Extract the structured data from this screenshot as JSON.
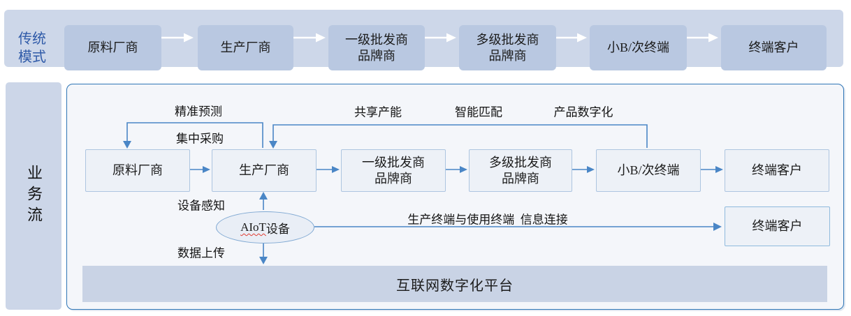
{
  "traditional": {
    "label": "传统模式",
    "nodes": [
      "原料厂商",
      "生产厂商",
      "一级批发商\n品牌商",
      "多级批发商\n品牌商",
      "小B/次终端",
      "终端客户"
    ]
  },
  "business": {
    "label": "业务流",
    "nodes": [
      "原料厂商",
      "生产厂商",
      "一级批发商\n品牌商",
      "多级批发商\n品牌商",
      "小B/次终端",
      "终端客户"
    ],
    "loop1": {
      "above": "精准预测",
      "below": "集中采购"
    },
    "loop2": {
      "label1": "共享产能",
      "label2": "智能匹配",
      "label3": "产品数字化"
    },
    "aiot": {
      "device_prefix": "AIoT",
      "device_suffix": "设备",
      "sense": "设备感知",
      "upload": "数据上传",
      "connect_label": "生产终端与使用终端  信息连接",
      "terminal": "终端客户"
    },
    "platform": "互联网数字化平台"
  },
  "colors": {
    "band_bg": "#cdd7e9",
    "band_node_bg": "#b9c8e1",
    "band_label_text": "#2f5aa8",
    "container_border": "#2e75b6",
    "container_bg": "#f4f6fa",
    "node_bg": "#edf1f7",
    "node_border": "#adc5e0",
    "accent_node_border": "#8fbadd",
    "connector_blue": "#4a86c6",
    "white_arrow": "#ffffff",
    "platform_bg": "#c9d3e5",
    "sidebar_bg": "#ccd6e8",
    "spellcheck_wavy": "#e03c31"
  }
}
